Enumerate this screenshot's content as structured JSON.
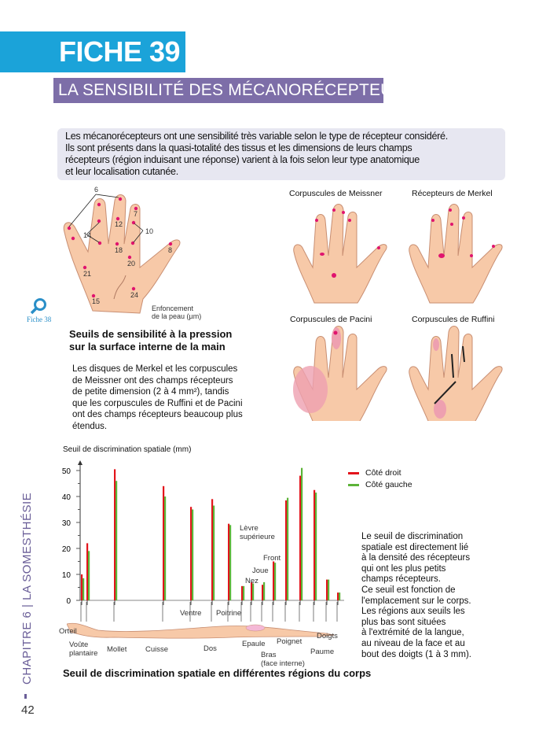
{
  "header": {
    "fiche": "FICHE 39",
    "title": "LA SENSIBILITÉ DES MÉCANORÉCEPTEURS"
  },
  "intro": [
    "Les mécanorécepteurs ont une sensibilité très variable selon le type de récepteur considéré.",
    "Ils sont présents dans la quasi-totalité des tissus et les dimensions de leurs champs",
    "récepteurs (région induisant une réponse) varient à la fois selon leur type anatomique",
    "et leur localisation cutanée."
  ],
  "hand_diagram": {
    "numbers": [
      "6",
      "7",
      "12",
      "14",
      "10",
      "18",
      "8",
      "20",
      "21",
      "24",
      "15"
    ],
    "unit_label": [
      "Enfoncement",
      "de la peau (µm)"
    ],
    "subtitle": [
      "Seuils de sensibilité à la pression",
      "sur la surface interne de la main"
    ],
    "paragraph": [
      "Les disques de Merkel et les corpuscules",
      "de Meissner ont des champs récepteurs",
      "de petite dimension (2 à 4 mm²), tandis",
      "que les corpuscules de Ruffini et de Pacini",
      "ont des champs récepteurs beaucoup plus",
      "étendus."
    ]
  },
  "cross_ref": {
    "label": "Fiche 38",
    "icon": "magnifier-icon"
  },
  "receptor_hands": [
    "Corpuscules de Meissner",
    "Récepteurs de Merkel",
    "Corpuscules de Pacini",
    "Corpuscules de Ruffini"
  ],
  "chart_data": {
    "type": "bar",
    "ylabel": "Seuil de discrimination spatiale (mm)",
    "ylim": [
      0,
      50
    ],
    "yticks": [
      0,
      10,
      20,
      30,
      40,
      50
    ],
    "categories": [
      "Orteil",
      "Voûte plantaire",
      "Mollet",
      "Cuisse",
      "Ventre",
      "Dos",
      "Poitrine",
      "Lèvre supérieure",
      "Nez",
      "Joue",
      "Front",
      "Epaule",
      "Bras (face interne)",
      "Poignet",
      "Paume",
      "Doigts"
    ],
    "series": [
      {
        "name": "Côté droit",
        "color": "#e3141b",
        "values": [
          10,
          22,
          50.5,
          44,
          36,
          39,
          29.5,
          5.5,
          7,
          6,
          15,
          38.5,
          48,
          42.5,
          8,
          3
        ]
      },
      {
        "name": "Côté gauche",
        "color": "#5cb338",
        "values": [
          8.5,
          19,
          46,
          40,
          35,
          36.5,
          29,
          5.5,
          6.5,
          7,
          14.5,
          39.5,
          51,
          41.5,
          8,
          3
        ]
      }
    ],
    "legend": "top-right",
    "caption": "Seuil de discrimination spatiale en différentes régions du corps"
  },
  "chart_labels": {
    "orteil": "Orteil",
    "voute1": "Voûte",
    "voute2": "plantaire",
    "mollet": "Mollet",
    "cuisse": "Cuisse",
    "ventre": "Ventre",
    "dos": "Dos",
    "poitrine": "Poitrine",
    "levre1": "Lèvre",
    "levre2": "supérieure",
    "nez": "Nez",
    "joue": "Joue",
    "front": "Front",
    "epaule": "Epaule",
    "bras1": "Bras",
    "bras2": "(face interne)",
    "poignet": "Poignet",
    "paume": "Paume",
    "doigts": "Doigts"
  },
  "chart_text": [
    "Le seuil de discrimination",
    "spatiale est directement lié",
    "à la densité des récepteurs",
    "qui ont les plus petits",
    "champs récepteurs.",
    "Ce seuil est fonction de",
    "l'emplacement sur le corps.",
    "Les régions aux seuils les",
    "plus bas sont situées",
    "à l'extrémité de la langue,",
    "au niveau de la face et au",
    "bout des doigts (1 à 3 mm)."
  ],
  "sidebar": {
    "chapter": "CHAPITRE 6",
    "separator": "|",
    "topic": "LA SOMESTHÉSIE",
    "page": "42"
  },
  "colors": {
    "fiche": "#1ba3d9",
    "section": "#7d6ea8",
    "intro_bg": "#e7e7f1",
    "skin": "#f7c9a8",
    "dot": "#e0146e"
  }
}
